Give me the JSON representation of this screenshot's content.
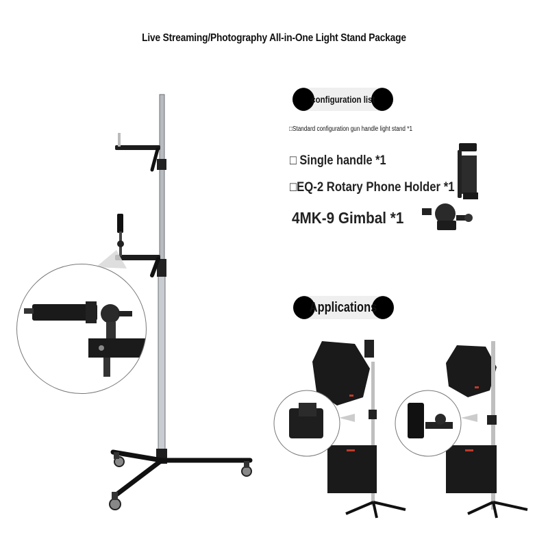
{
  "page_title": "Live Streaming/Photography All-in-One Light Stand Package",
  "config_section": {
    "heading": "configuration list",
    "lines": [
      "□Standard configuration gun handle light stand *1",
      "□ Single handle *1",
      "□EQ-2 Rotary Phone Holder *1",
      "4MK-9 Gimbal *1"
    ]
  },
  "applications_section": {
    "heading": "Applications"
  },
  "colors": {
    "pill_cap": "#000000",
    "pill_bg": "#efefef",
    "softbox_accent": "#c0392b"
  },
  "icons": [
    "light-stand-icon",
    "phone-holder-icon",
    "gimbal-head-icon",
    "softbox-icon",
    "caster-wheel-icon"
  ]
}
